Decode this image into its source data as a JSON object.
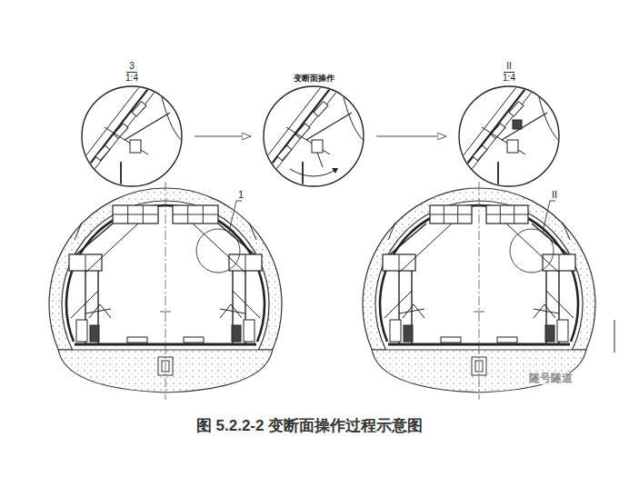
{
  "diagram": {
    "caption": "图 5.2.2-2 变断面操作过程示意图",
    "nodes": [
      {
        "text": [
          "3",
          "1:4"
        ]
      },
      {
        "text": [
          "变断面操作"
        ]
      },
      {
        "text": [
          "II",
          "1:4"
        ]
      }
    ],
    "edges": [
      {
        "from": 0,
        "to": 1,
        "arrow": "to"
      },
      {
        "from": 1,
        "to": 2,
        "arrow": "to"
      }
    ],
    "labels": [
      "1",
      "II",
      "隧号隧道"
    ]
  }
}
